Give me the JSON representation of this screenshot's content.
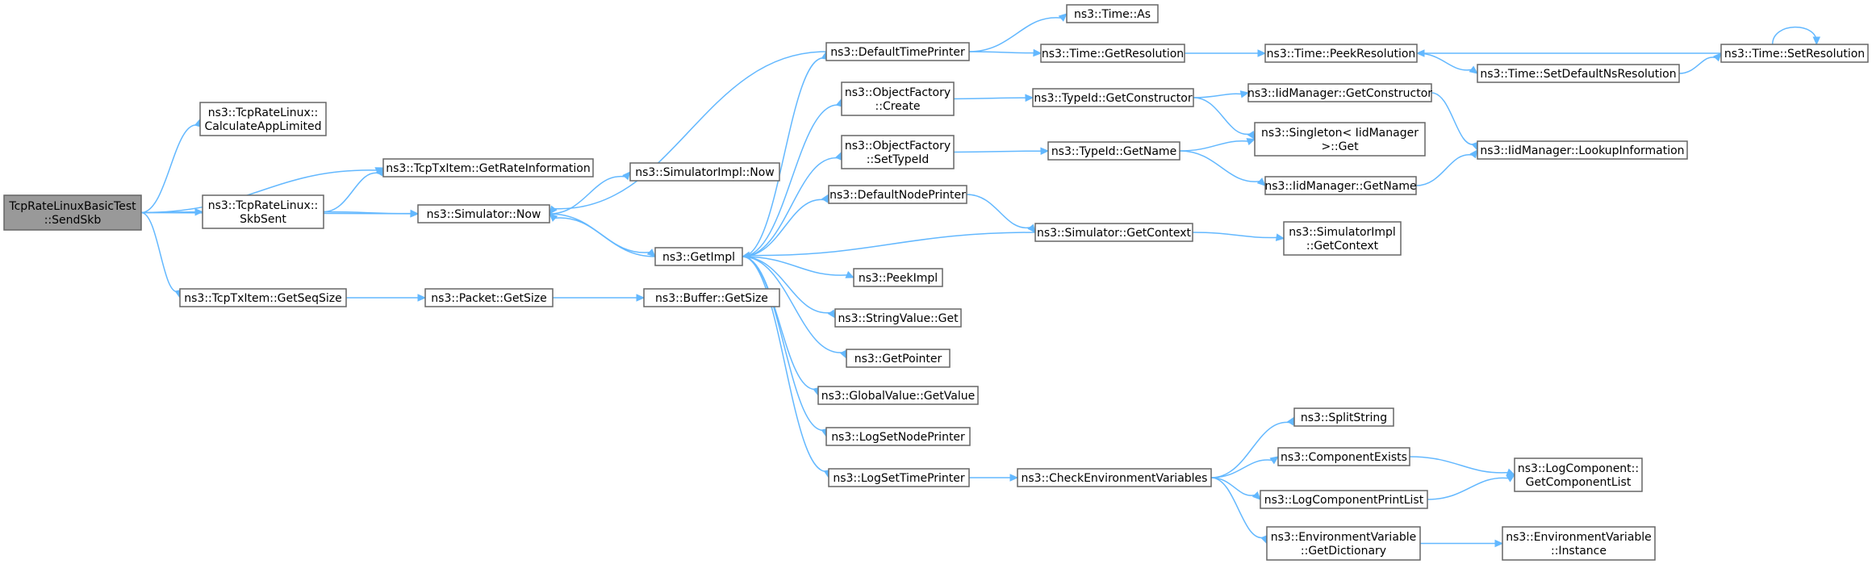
{
  "colors": {
    "edge": "#63b8ff",
    "node_border": "#666666",
    "root_fill": "#999999",
    "node_fill": "#ffffff"
  },
  "nodes": [
    {
      "id": "root",
      "lines": [
        "TcpRateLinuxBasicTest",
        "::SendSkb"
      ],
      "root": true
    },
    {
      "id": "calcAppLimited",
      "lines": [
        "ns3::TcpRateLinux::",
        "CalculateAppLimited"
      ]
    },
    {
      "id": "getRateInfo",
      "lines": [
        "ns3::TcpTxItem::GetRateInformation"
      ]
    },
    {
      "id": "skbSent",
      "lines": [
        "ns3::TcpRateLinux::",
        "SkbSent"
      ]
    },
    {
      "id": "simNow",
      "lines": [
        "ns3::Simulator::Now"
      ]
    },
    {
      "id": "getSeqSize",
      "lines": [
        "ns3::TcpTxItem::GetSeqSize"
      ]
    },
    {
      "id": "packetGetSize",
      "lines": [
        "ns3::Packet::GetSize"
      ]
    },
    {
      "id": "bufferGetSize",
      "lines": [
        "ns3::Buffer::GetSize"
      ]
    },
    {
      "id": "simImplNow",
      "lines": [
        "ns3::SimulatorImpl::Now"
      ]
    },
    {
      "id": "getImpl",
      "lines": [
        "ns3::GetImpl"
      ]
    },
    {
      "id": "defaultTimePrinter",
      "lines": [
        "ns3::DefaultTimePrinter"
      ]
    },
    {
      "id": "objFactoryCreate",
      "lines": [
        "ns3::ObjectFactory",
        "::Create"
      ]
    },
    {
      "id": "objFactorySetTypeId",
      "lines": [
        "ns3::ObjectFactory",
        "::SetTypeId"
      ]
    },
    {
      "id": "defaultNodePrinter",
      "lines": [
        "ns3::DefaultNodePrinter"
      ]
    },
    {
      "id": "peekImpl",
      "lines": [
        "ns3::PeekImpl"
      ]
    },
    {
      "id": "stringValueGet",
      "lines": [
        "ns3::StringValue::Get"
      ]
    },
    {
      "id": "getPointer",
      "lines": [
        "ns3::GetPointer"
      ]
    },
    {
      "id": "globalValueGetValue",
      "lines": [
        "ns3::GlobalValue::GetValue"
      ]
    },
    {
      "id": "logSetNodePrinter",
      "lines": [
        "ns3::LogSetNodePrinter"
      ]
    },
    {
      "id": "logSetTimePrinter",
      "lines": [
        "ns3::LogSetTimePrinter"
      ]
    },
    {
      "id": "timeAs",
      "lines": [
        "ns3::Time::As"
      ]
    },
    {
      "id": "timeGetResolution",
      "lines": [
        "ns3::Time::GetResolution"
      ]
    },
    {
      "id": "typeIdGetConstructor",
      "lines": [
        "ns3::TypeId::GetConstructor"
      ]
    },
    {
      "id": "typeIdGetName",
      "lines": [
        "ns3::TypeId::GetName"
      ]
    },
    {
      "id": "simGetContext",
      "lines": [
        "ns3::Simulator::GetContext"
      ]
    },
    {
      "id": "checkEnvVars",
      "lines": [
        "ns3::CheckEnvironmentVariables"
      ]
    },
    {
      "id": "timePeekResolution",
      "lines": [
        "ns3::Time::PeekResolution"
      ]
    },
    {
      "id": "iidGetConstructor",
      "lines": [
        "ns3::IidManager::GetConstructor"
      ]
    },
    {
      "id": "singletonGet",
      "lines": [
        "ns3::Singleton< IidManager",
        " >::Get"
      ]
    },
    {
      "id": "iidGetName",
      "lines": [
        "ns3::IidManager::GetName"
      ]
    },
    {
      "id": "simImplGetContext",
      "lines": [
        "ns3::SimulatorImpl",
        "::GetContext"
      ]
    },
    {
      "id": "splitString",
      "lines": [
        "ns3::SplitString"
      ]
    },
    {
      "id": "componentExists",
      "lines": [
        "ns3::ComponentExists"
      ]
    },
    {
      "id": "logComponentPrintList",
      "lines": [
        "ns3::LogComponentPrintList"
      ]
    },
    {
      "id": "envVarGetDictionary",
      "lines": [
        "ns3::EnvironmentVariable",
        "::GetDictionary"
      ]
    },
    {
      "id": "timeSetDefaultNsRes",
      "lines": [
        "ns3::Time::SetDefaultNsResolution"
      ]
    },
    {
      "id": "iidLookupInformation",
      "lines": [
        "ns3::IidManager::LookupInformation"
      ]
    },
    {
      "id": "logCompGetComponentList",
      "lines": [
        "ns3::LogComponent::",
        "GetComponentList"
      ]
    },
    {
      "id": "envVarInstance",
      "lines": [
        "ns3::EnvironmentVariable",
        "::Instance"
      ]
    },
    {
      "id": "timeSetResolution",
      "lines": [
        "ns3::Time::SetResolution"
      ]
    }
  ],
  "edges": [
    [
      "root",
      "calcAppLimited"
    ],
    [
      "root",
      "getRateInfo"
    ],
    [
      "root",
      "skbSent"
    ],
    [
      "root",
      "simNow"
    ],
    [
      "root",
      "getSeqSize"
    ],
    [
      "skbSent",
      "getRateInfo"
    ],
    [
      "skbSent",
      "simNow"
    ],
    [
      "getSeqSize",
      "packetGetSize"
    ],
    [
      "packetGetSize",
      "bufferGetSize"
    ],
    [
      "simNow",
      "simImplNow"
    ],
    [
      "simNow",
      "getImpl"
    ],
    [
      "getImpl",
      "simNow"
    ],
    [
      "getImpl",
      "defaultTimePrinter"
    ],
    [
      "getImpl",
      "objFactoryCreate"
    ],
    [
      "getImpl",
      "objFactorySetTypeId"
    ],
    [
      "getImpl",
      "defaultNodePrinter"
    ],
    [
      "getImpl",
      "peekImpl"
    ],
    [
      "getImpl",
      "stringValueGet"
    ],
    [
      "getImpl",
      "getPointer"
    ],
    [
      "getImpl",
      "globalValueGetValue"
    ],
    [
      "getImpl",
      "logSetNodePrinter"
    ],
    [
      "getImpl",
      "logSetTimePrinter"
    ],
    [
      "defaultTimePrinter",
      "simNow"
    ],
    [
      "defaultTimePrinter",
      "timeAs"
    ],
    [
      "defaultTimePrinter",
      "timeGetResolution"
    ],
    [
      "timeGetResolution",
      "timePeekResolution"
    ],
    [
      "timePeekResolution",
      "timeSetDefaultNsRes"
    ],
    [
      "timeSetDefaultNsRes",
      "timeSetResolution"
    ],
    [
      "timeSetResolution",
      "timePeekResolution"
    ],
    [
      "timeSetResolution",
      "timeSetResolution"
    ],
    [
      "objFactoryCreate",
      "typeIdGetConstructor"
    ],
    [
      "typeIdGetConstructor",
      "iidGetConstructor"
    ],
    [
      "typeIdGetConstructor",
      "singletonGet"
    ],
    [
      "iidGetConstructor",
      "iidLookupInformation"
    ],
    [
      "objFactorySetTypeId",
      "typeIdGetName"
    ],
    [
      "typeIdGetName",
      "singletonGet"
    ],
    [
      "typeIdGetName",
      "iidGetName"
    ],
    [
      "iidGetName",
      "iidLookupInformation"
    ],
    [
      "defaultNodePrinter",
      "simGetContext"
    ],
    [
      "simGetContext",
      "getImpl"
    ],
    [
      "simGetContext",
      "simImplGetContext"
    ],
    [
      "logSetTimePrinter",
      "checkEnvVars"
    ],
    [
      "checkEnvVars",
      "splitString"
    ],
    [
      "checkEnvVars",
      "componentExists"
    ],
    [
      "checkEnvVars",
      "logComponentPrintList"
    ],
    [
      "checkEnvVars",
      "envVarGetDictionary"
    ],
    [
      "componentExists",
      "logCompGetComponentList"
    ],
    [
      "logComponentPrintList",
      "logCompGetComponentList"
    ],
    [
      "envVarGetDictionary",
      "envVarInstance"
    ]
  ]
}
